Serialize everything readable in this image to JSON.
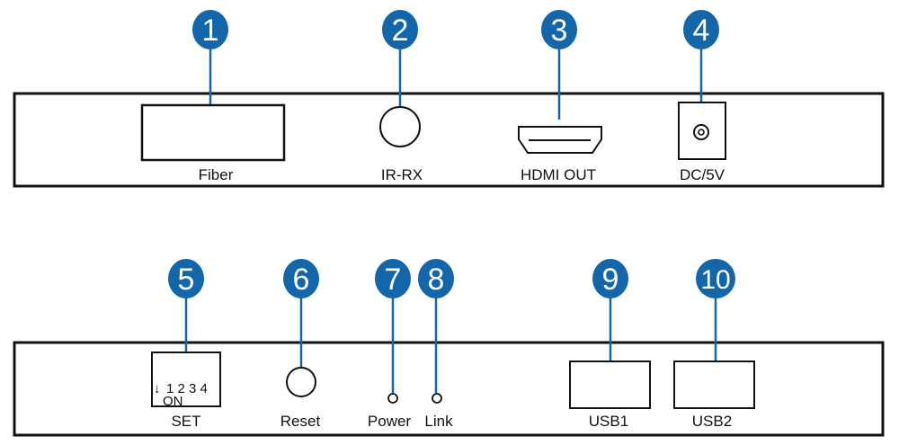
{
  "colors": {
    "badge": "#1466ab",
    "outline": "#111111",
    "leader": "#1466ab"
  },
  "top_panel": {
    "ports": [
      {
        "number": "1",
        "label": "Fiber"
      },
      {
        "number": "2",
        "label": "IR-RX"
      },
      {
        "number": "3",
        "label": "HDMI OUT"
      },
      {
        "number": "4",
        "label": "DC/5V"
      }
    ]
  },
  "bottom_panel": {
    "ports": [
      {
        "number": "5",
        "label": "SET"
      },
      {
        "number": "6",
        "label": "Reset"
      },
      {
        "number": "7",
        "label": "Power"
      },
      {
        "number": "8",
        "label": "Link"
      },
      {
        "number": "9",
        "label": "USB1"
      },
      {
        "number": "10",
        "label": "USB2"
      }
    ],
    "dip_switch": {
      "arrow": "↓",
      "positions": "1 2 3 4",
      "state_label": "ON"
    }
  }
}
